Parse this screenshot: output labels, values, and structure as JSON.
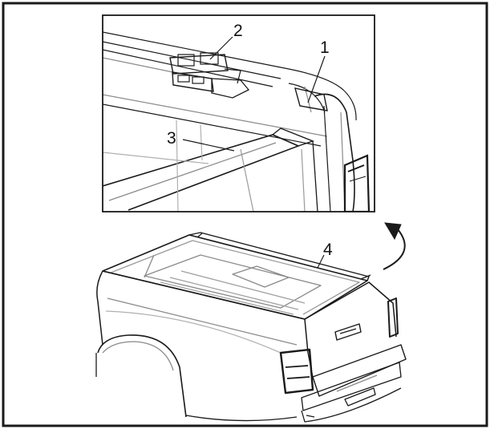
{
  "figure": {
    "callouts": [
      {
        "id": "1",
        "label": "1"
      },
      {
        "id": "2",
        "label": "2"
      },
      {
        "id": "3",
        "label": "3"
      },
      {
        "id": "4",
        "label": "4"
      }
    ],
    "colors": {
      "line": "#1a1a1a",
      "light_line": "#9a9a9a",
      "background": "#ffffff"
    }
  }
}
